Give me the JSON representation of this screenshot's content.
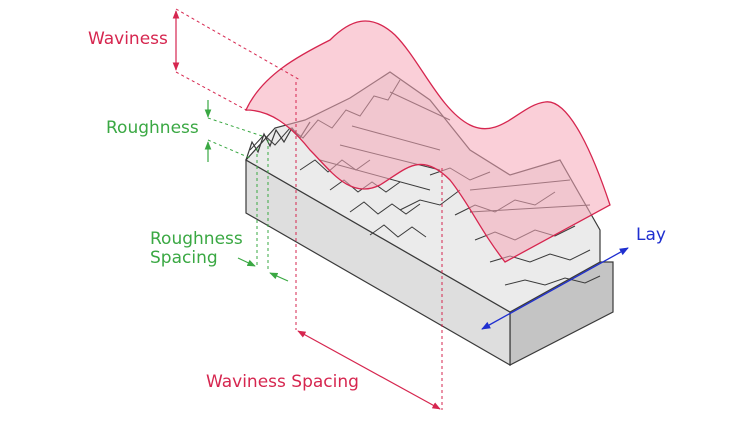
{
  "labels": {
    "waviness": "Waviness",
    "roughness": "Roughness",
    "roughness_spacing_line1": "Roughness",
    "roughness_spacing_line2": "Spacing",
    "waviness_spacing": "Waviness Spacing",
    "lay": "Lay"
  },
  "colors": {
    "waviness": "#d6264f",
    "roughness": "#3aa843",
    "lay": "#1f2fd0",
    "block_front": "#e1e1e1",
    "block_top": "#ececec",
    "block_side": "#c4c4c4",
    "wave_fill": "#f6a7b8",
    "outline": "#3a3a3a"
  }
}
